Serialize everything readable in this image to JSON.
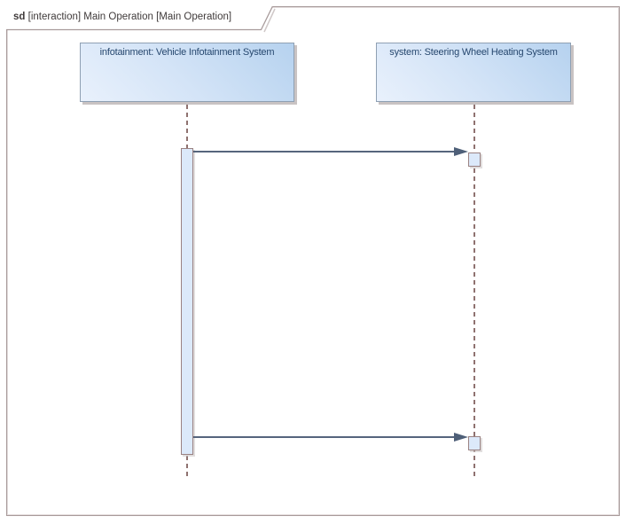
{
  "diagram": {
    "type": "uml-sequence-diagram",
    "frame_title": {
      "keyword": "sd",
      "text": "[interaction] Main Operation [Main Operation]"
    },
    "lifelines": [
      {
        "name": "infotainment: Vehicle Infotainment System"
      },
      {
        "name": "system: Steering Wheel Heating System"
      }
    ],
    "messages": [
      {
        "from": "infotainment: Vehicle Infotainment System",
        "to": "system: Steering Wheel Heating System",
        "label": "",
        "kind": "synchronous-arrow"
      },
      {
        "from": "infotainment: Vehicle Infotainment System",
        "to": "system: Steering Wheel Heating System",
        "label": "",
        "kind": "synchronous-arrow"
      }
    ],
    "colors": {
      "frame_border": "#a89b9b",
      "head_fill_light": "#e9f1fc",
      "head_fill_dark": "#b6d2ef",
      "head_border": "#8fa0b3",
      "head_text": "#26476e",
      "lifeline_dash": "#8f7270",
      "activation_fill": "#dce9fa",
      "activation_border": "#9a8282",
      "message_line": "#56657d",
      "title_text": "#403b3b"
    }
  }
}
